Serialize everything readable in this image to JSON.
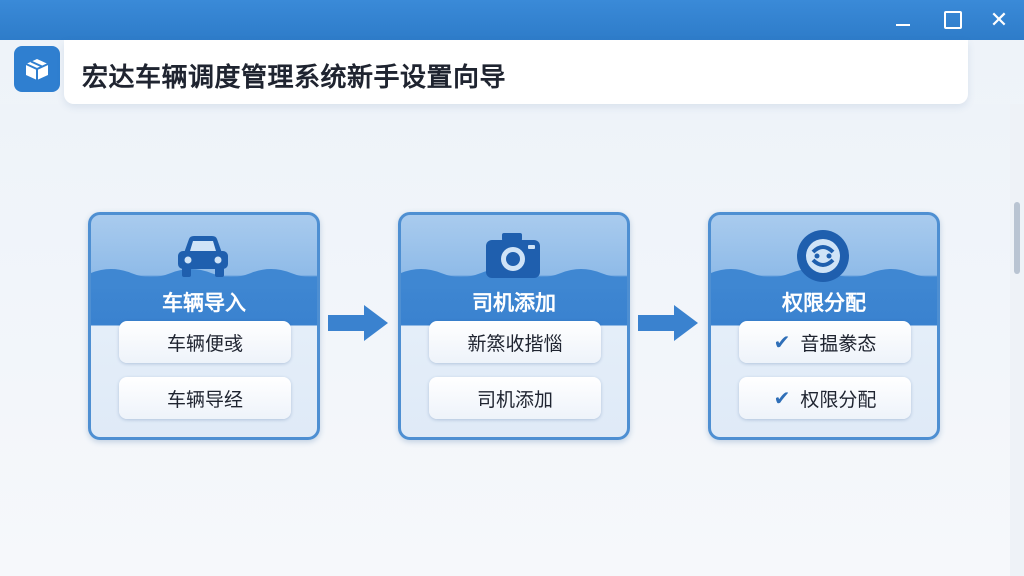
{
  "window": {
    "title": "宏达车辆调度管理系统新手设置向导"
  },
  "steps": [
    {
      "icon": "car-icon",
      "title": "车辆导入",
      "items": [
        {
          "label": "车辆便彧",
          "checked": false
        },
        {
          "label": "车辆导经",
          "checked": false
        }
      ]
    },
    {
      "icon": "camera-icon",
      "title": "司机添加",
      "items": [
        {
          "label": "新篜收揩惱",
          "checked": false
        },
        {
          "label": "司机添加",
          "checked": false
        }
      ]
    },
    {
      "icon": "permission-badge-icon",
      "title": "权限分配",
      "items": [
        {
          "label": "音揾豢态",
          "checked": true
        },
        {
          "label": "权限分配",
          "checked": true
        }
      ]
    }
  ],
  "colors": {
    "accent": "#2f7fd0",
    "card_band": "#3f87d2",
    "arrow": "#3a82cf"
  }
}
